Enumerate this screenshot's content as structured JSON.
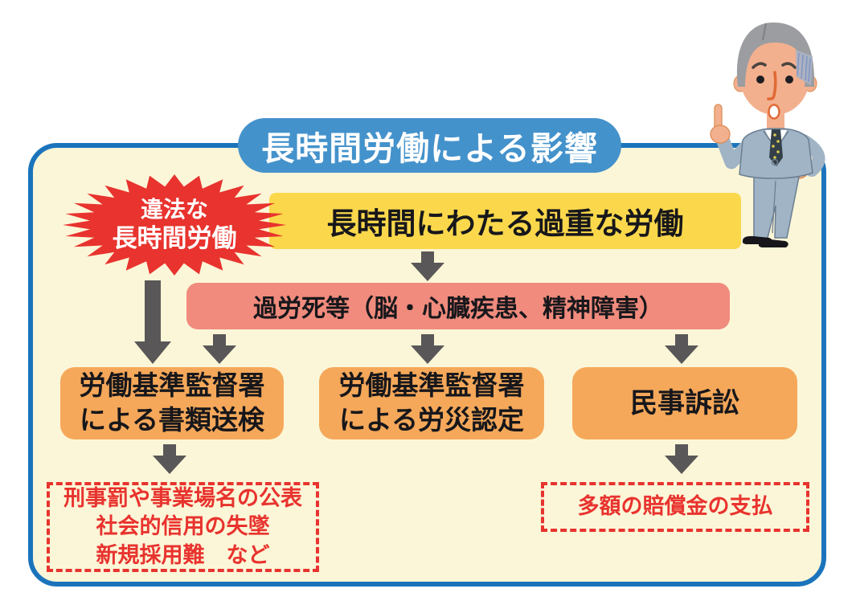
{
  "diagram": {
    "title": "長時間労働による影響",
    "starburst": {
      "line1": "違法な",
      "line2": "長時間労働"
    },
    "bar_overwork": "長時間にわたる過重な労働",
    "bar_karoshi": "過労死等（脳・心臓疾患、精神障害）",
    "box_prosecution": {
      "line1": "労働基準監督署",
      "line2": "による書類送検"
    },
    "box_rosai": {
      "line1": "労働基準監督署",
      "line2": "による労災認定"
    },
    "box_civil": "民事訴訟",
    "outcome_left": {
      "line1": "刑事罰や事業場名の公表",
      "line2": "社会的信用の失墜",
      "line3": "新規採用難　など"
    },
    "outcome_right": "多額の賠償金の支払"
  },
  "colors": {
    "frame_border_blue": "#1B74BB",
    "frame_background_cream": "#FCF6D8",
    "title_pill_blue": "#4492CB",
    "starburst_red": "#E8332E",
    "bar_yellow": "#FBD84B",
    "bar_pink": "#F08B7D",
    "box_orange": "#F5A85A",
    "arrow_gray": "#595757",
    "outcome_text_red": "#E8332E"
  },
  "icons": {
    "character": "worried-businessman-illustration"
  }
}
